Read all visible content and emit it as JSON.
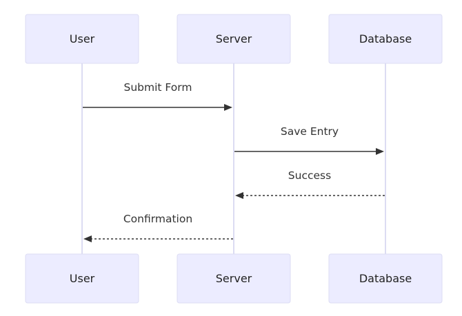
{
  "diagram": {
    "type": "sequence",
    "participants": [
      {
        "id": "user",
        "label": "User"
      },
      {
        "id": "server",
        "label": "Server"
      },
      {
        "id": "database",
        "label": "Database"
      }
    ],
    "messages": [
      {
        "from": "user",
        "to": "server",
        "label": "Submit Form",
        "style": "solid"
      },
      {
        "from": "server",
        "to": "database",
        "label": "Save Entry",
        "style": "solid"
      },
      {
        "from": "database",
        "to": "server",
        "label": "Success",
        "style": "dashed"
      },
      {
        "from": "server",
        "to": "user",
        "label": "Confirmation",
        "style": "dashed"
      }
    ]
  }
}
